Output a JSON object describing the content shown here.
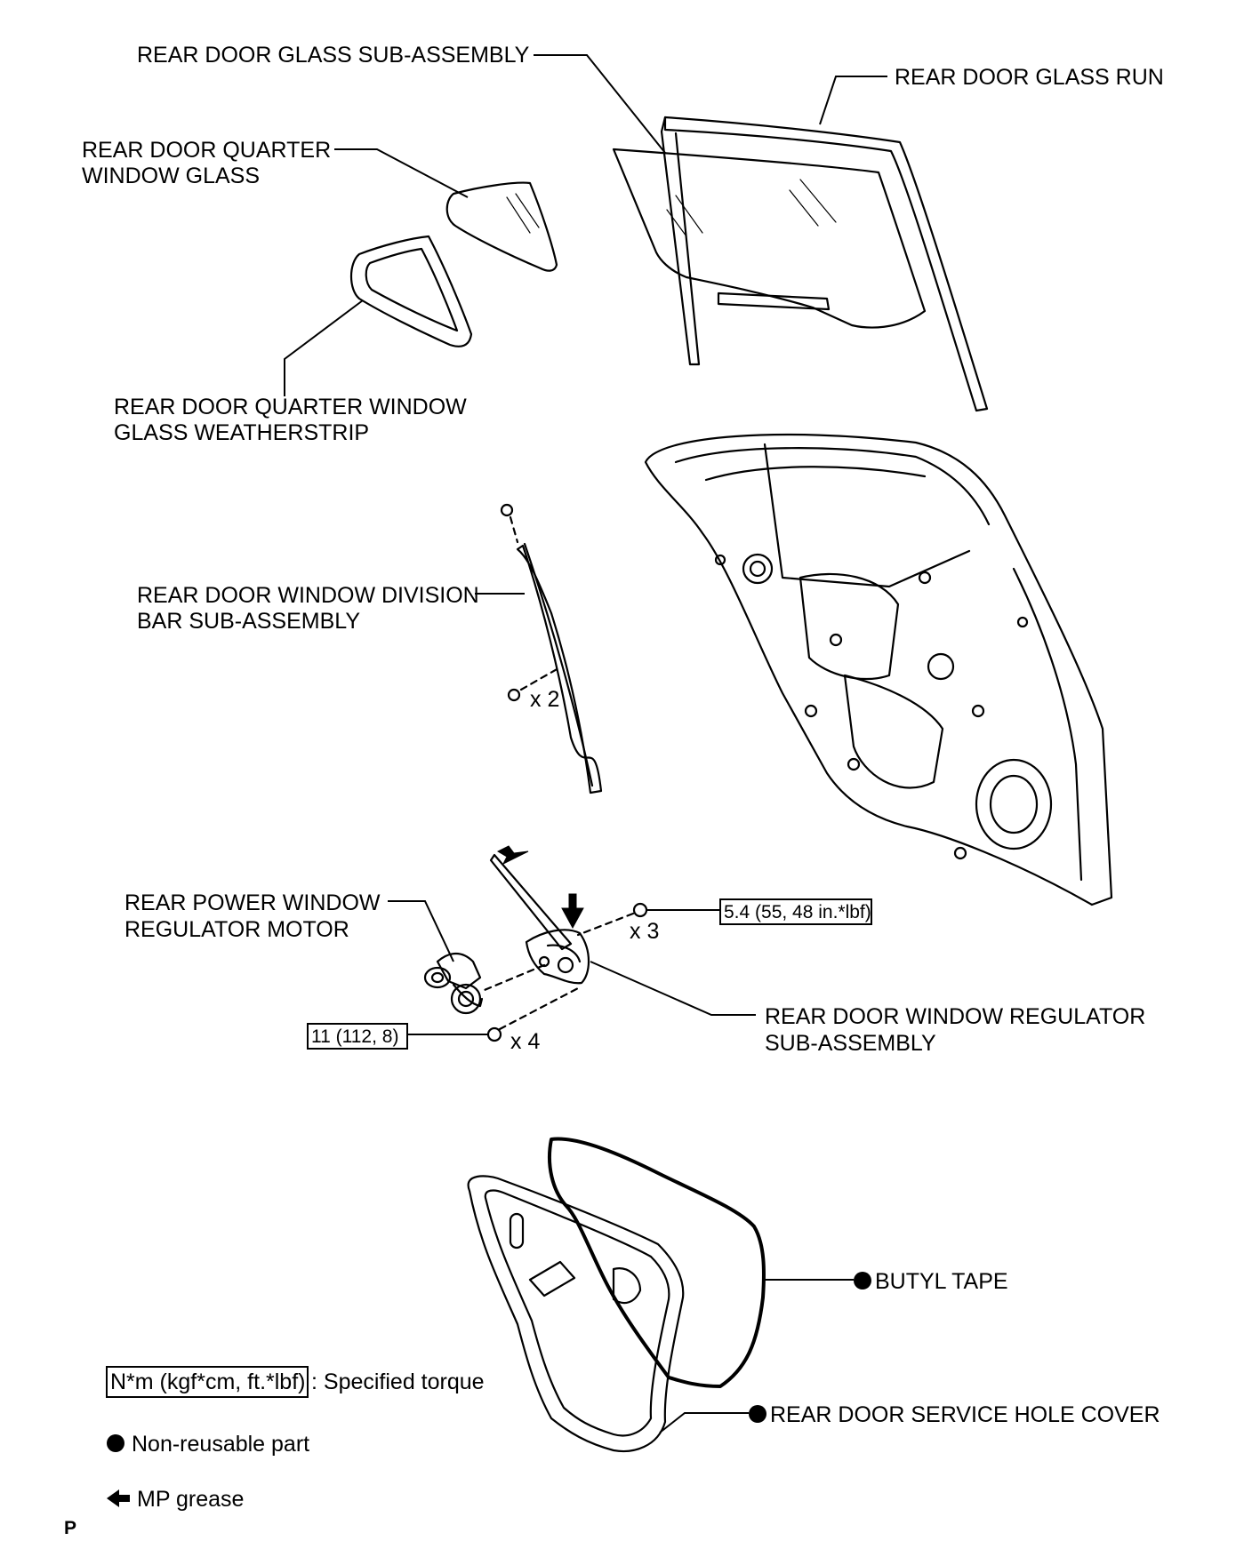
{
  "labels": {
    "glass_subassembly": "REAR DOOR GLASS SUB-ASSEMBLY",
    "glass_run": "REAR DOOR GLASS RUN",
    "quarter_glass": [
      "REAR DOOR QUARTER",
      "WINDOW GLASS"
    ],
    "quarter_weatherstrip": [
      "REAR DOOR QUARTER WINDOW",
      "GLASS WEATHERSTRIP"
    ],
    "division_bar": [
      "REAR DOOR WINDOW DIVISION",
      "BAR SUB-ASSEMBLY"
    ],
    "regulator_motor": [
      "REAR POWER WINDOW",
      "REGULATOR MOTOR"
    ],
    "regulator_subassembly": [
      "REAR DOOR WINDOW REGULATOR",
      "SUB-ASSEMBLY"
    ],
    "butyl_tape": "BUTYL TAPE",
    "service_hole_cover": "REAR DOOR SERVICE HOLE COVER"
  },
  "quantities": {
    "division_bar_bolts": "x 2",
    "regulator_bolts": "x 3",
    "motor_bolts": "x 4"
  },
  "torques": {
    "regulator": "5.4 (55, 48 in.*lbf)",
    "motor": "11 (112, 8)"
  },
  "legend": {
    "torque_box": "N*m (kgf*cm, ft.*lbf)",
    "torque_text": ": Specified torque",
    "nonreusable_text": "Non-reusable part",
    "grease_text": "MP grease"
  },
  "corner_mark": "P"
}
